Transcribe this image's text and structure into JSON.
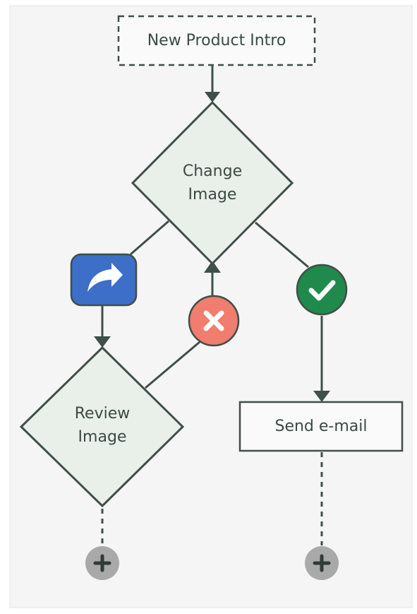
{
  "colors": {
    "canvas": "#f5f5f5",
    "line": "#3f4f49",
    "diamond_fill": "#e9efe9",
    "box_fill": "#f9faf9",
    "label_text": "#3a4a45",
    "share_blue": "#3d6fc9",
    "reject_red": "#f07d6d",
    "approve_green": "#1f8a4c",
    "add_gray": "#a9a9a9"
  },
  "nodes": {
    "start": {
      "label": "New Product Intro"
    },
    "change_image": {
      "line1": "Change",
      "line2": "Image"
    },
    "review_image": {
      "line1": "Review",
      "line2": "Image"
    },
    "send_email": {
      "label": "Send e-mail"
    }
  },
  "icons": {
    "forward": "share-arrow-icon",
    "reject": "x-icon",
    "approve": "check-icon",
    "add": "plus-icon"
  }
}
